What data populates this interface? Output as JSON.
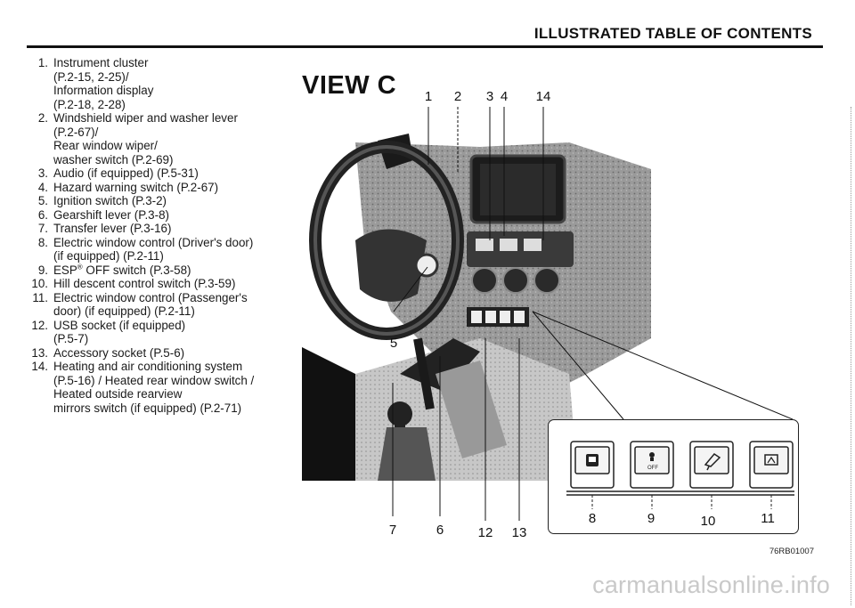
{
  "header": {
    "title": "ILLUSTRATED TABLE OF CONTENTS"
  },
  "toc": [
    {
      "num": "1.",
      "lines": [
        "Instrument cluster",
        "(P.2-15, 2-25)/",
        "Information display",
        "(P.2-18, 2-28)"
      ]
    },
    {
      "num": "2.",
      "lines": [
        "Windshield wiper and washer lever",
        "(P.2-67)/",
        "Rear window wiper/",
        "washer switch (P.2-69)"
      ]
    },
    {
      "num": "3.",
      "lines": [
        "Audio (if equipped) (P.5-31)"
      ]
    },
    {
      "num": "4.",
      "lines": [
        "Hazard warning switch (P.2-67)"
      ]
    },
    {
      "num": "5.",
      "lines": [
        "Ignition switch (P.3-2)"
      ]
    },
    {
      "num": "6.",
      "lines": [
        "Gearshift lever (P.3-8)"
      ]
    },
    {
      "num": "7.",
      "lines": [
        "Transfer lever (P.3-16)"
      ]
    },
    {
      "num": "8.",
      "lines": [
        "Electric window control (Driver's door)",
        "(if equipped) (P.2-11)"
      ]
    },
    {
      "num": "9.",
      "lines": [
        "ESP® OFF switch (P.3-58)"
      ]
    },
    {
      "num": "10.",
      "lines": [
        "Hill descent control switch (P.3-59)"
      ]
    },
    {
      "num": "11.",
      "lines": [
        "Electric window control (Passenger's",
        "door) (if equipped) (P.2-11)"
      ]
    },
    {
      "num": "12.",
      "lines": [
        "USB socket (if equipped)",
        "(P.5-7)"
      ]
    },
    {
      "num": "13.",
      "lines": [
        "Accessory socket (P.5-6)"
      ]
    },
    {
      "num": "14.",
      "lines": [
        "Heating and air conditioning system",
        "(P.5-16) / Heated rear window switch /",
        "Heated outside rearview",
        "mirrors switch (if equipped) (P.2-71)"
      ]
    }
  ],
  "figure": {
    "view_title": "VIEW C",
    "top_labels": [
      "1",
      "2",
      "3",
      "4",
      "14"
    ],
    "bottom_labels": [
      "7",
      "6",
      "12",
      "13"
    ],
    "side_label": "5",
    "detail_labels": [
      "8",
      "9",
      "10",
      "11"
    ],
    "esp_off_text": "OFF",
    "image_code": "76RB01007"
  },
  "watermark": "carmanualsonline.info"
}
